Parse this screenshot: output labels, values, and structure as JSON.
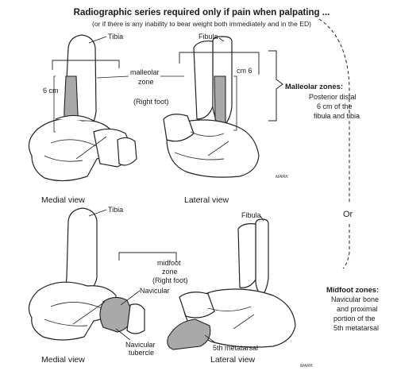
{
  "header": {
    "title": "Radiographic series required only if pain when palpating ...",
    "subtitle": "(or if there is any inability to bear weight both immediately and in the ED)"
  },
  "top_medial": {
    "tibia_label": "Tibia",
    "malleolar_zone_label_1": "malleolar",
    "malleolar_zone_label_2": "zone",
    "measure_label": "6 cm",
    "right_foot_label": "(Right foot)",
    "view_label": "Medial view"
  },
  "top_lateral": {
    "fibula_label": "Fibula",
    "measure_label": "cm 6",
    "view_label": "Lateral view",
    "signature": "MARK"
  },
  "bottom_medial": {
    "tibia_label": "Tibia",
    "midfoot_zone_label_1": "midfoot",
    "midfoot_zone_label_2": "zone",
    "right_foot_label": "(Right foot)",
    "navicular_label": "Navicular",
    "tubercle_label_1": "Navicular",
    "tubercle_label_2": "tubercle",
    "view_label": "Medial view"
  },
  "bottom_lateral": {
    "fibula_label": "Fibula",
    "metatarsal_label": "5th metatarsal",
    "view_label": "Lateral view",
    "signature": "MARK"
  },
  "malleolar_zones": {
    "heading": "Malleolar zones:",
    "lines": [
      "Posterior distal",
      "6 cm of the",
      "fibula and tibia"
    ]
  },
  "or_label": "Or",
  "midfoot_zones": {
    "heading": "Midfoot zones:",
    "lines": [
      "Navicular bone",
      "and proximal",
      "portion of the",
      "5th metatarsal"
    ]
  },
  "colors": {
    "highlight": "#a9a9a9",
    "outline": "#222222",
    "background": "#ffffff"
  }
}
